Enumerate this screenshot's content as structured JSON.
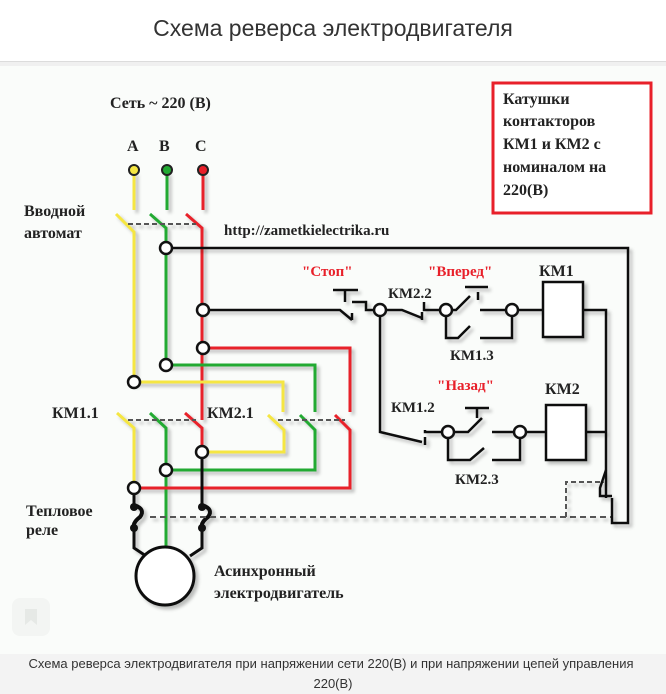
{
  "header": {
    "title": "Схема реверса электродвигателя"
  },
  "diagram": {
    "supply_label": "Сеть ~ 220 (В)",
    "phases": [
      {
        "label": "A",
        "color": "#f5e642"
      },
      {
        "label": "B",
        "color": "#22aa33"
      },
      {
        "label": "C",
        "color": "#e8202a"
      }
    ],
    "input_breaker_label": [
      "Вводной",
      "автомат"
    ],
    "website": "http://zametkielectrika.ru",
    "note_box": {
      "lines": [
        "Катушки",
        "контакторов",
        "КМ1 и КМ2 с",
        "номиналом на",
        "220(В)"
      ],
      "border_color": "#e8202a"
    },
    "buttons": {
      "stop": "\"Стоп\"",
      "forward": "\"Вперед\"",
      "backward": "\"Назад\""
    },
    "button_label_color": "#e8202a",
    "contacts": {
      "km2_2": "КМ2.2",
      "km1_3": "КМ1.3",
      "km1_2": "КМ1.2",
      "km2_3": "КМ2.3",
      "km1_1": "КМ1.1",
      "km2_1": "КМ2.1"
    },
    "coils": {
      "km1": "КМ1",
      "km2": "КМ2"
    },
    "thermal_relay_label": [
      "Тепловое",
      "реле"
    ],
    "motor_label": [
      "Асинхронный",
      "электродвигатель"
    ]
  },
  "caption": {
    "line1": "Схема реверса электродвигателя при напряжении сети 220(В) и при напряжении цепей управления",
    "line2": "220(В)"
  }
}
